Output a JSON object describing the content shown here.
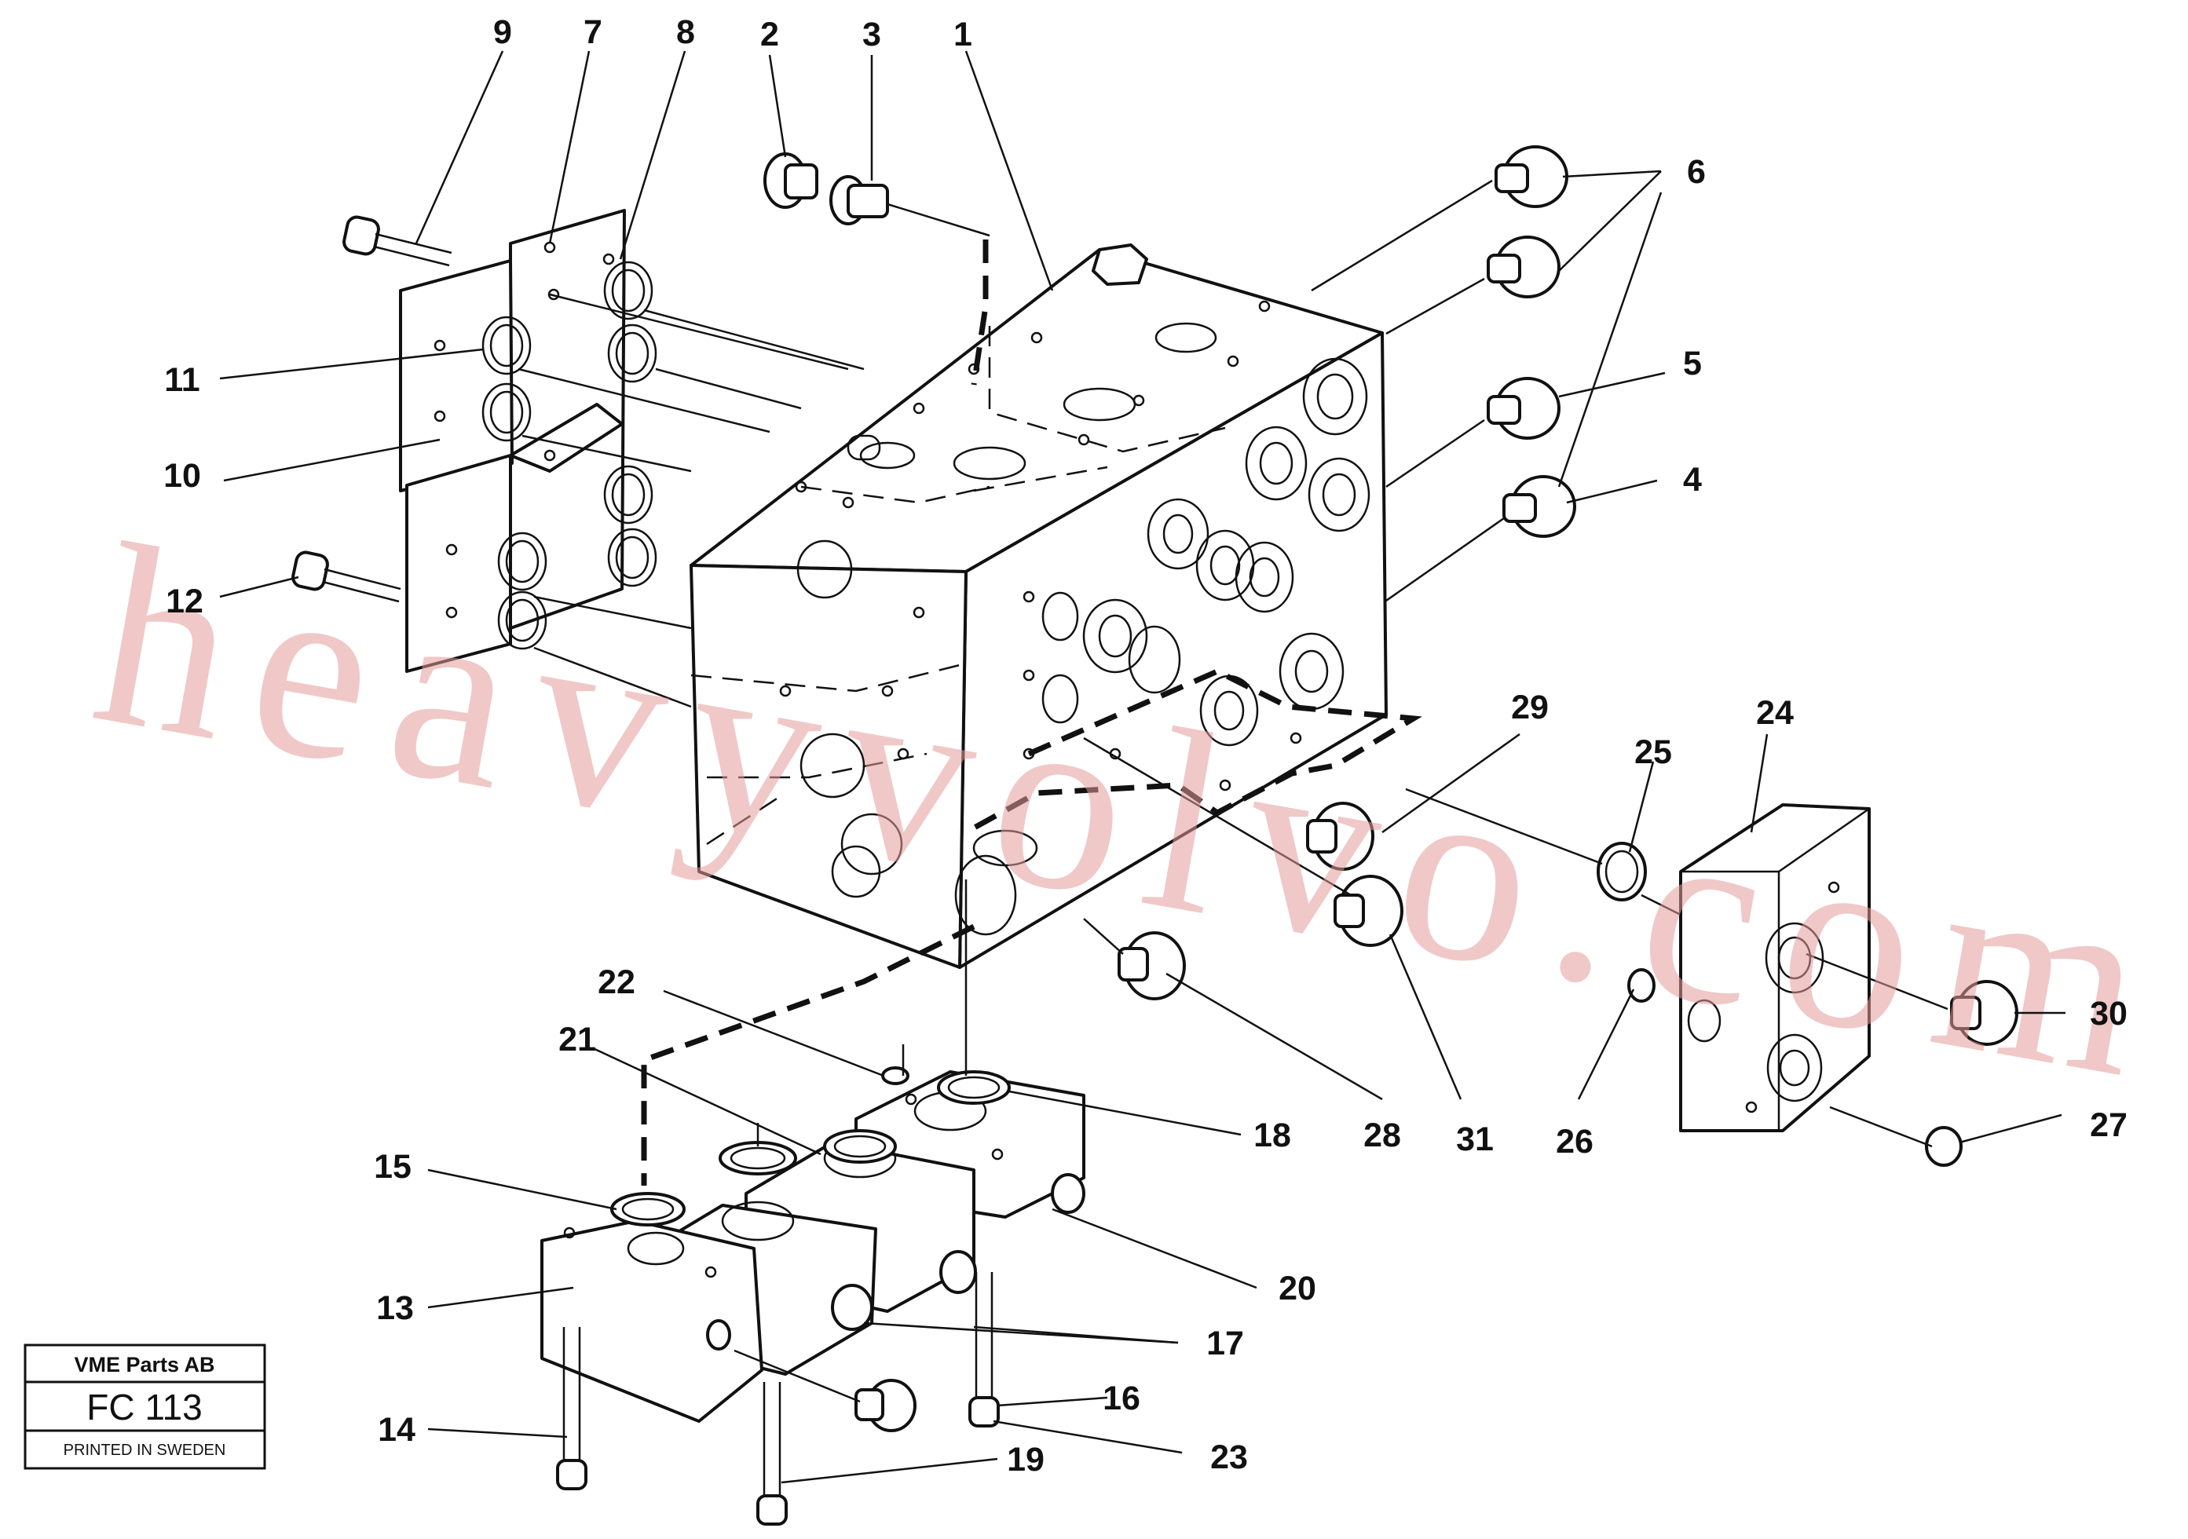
{
  "callouts": [
    "1",
    "2",
    "3",
    "4",
    "5",
    "6",
    "7",
    "8",
    "9",
    "10",
    "11",
    "12",
    "13",
    "14",
    "15",
    "16",
    "17",
    "18",
    "19",
    "20",
    "21",
    "22",
    "23",
    "24",
    "25",
    "26",
    "27",
    "28",
    "29",
    "30",
    "31"
  ],
  "title_box": {
    "company": "VME Parts AB",
    "code": "FC 113",
    "printed": "PRINTED IN SWEDEN"
  },
  "watermark": "heavyvolvo.com"
}
